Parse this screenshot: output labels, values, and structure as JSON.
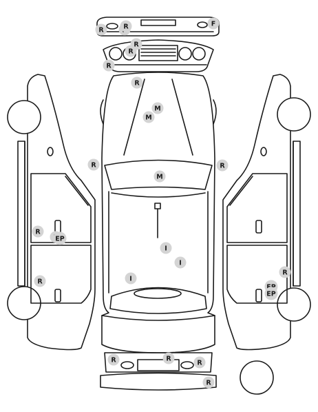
{
  "diagram": {
    "colors": {
      "line": "#1a1a1a",
      "marker_fill": "#d4d4d4",
      "background": "#ffffff"
    },
    "markers": [
      {
        "code": "R"
      },
      {
        "code": "R"
      },
      {
        "code": "R"
      },
      {
        "code": "F"
      },
      {
        "code": "R"
      },
      {
        "code": "R"
      },
      {
        "code": "R"
      },
      {
        "code": "M"
      },
      {
        "code": "M"
      },
      {
        "code": "R"
      },
      {
        "code": "R"
      },
      {
        "code": "R"
      },
      {
        "code": "M"
      },
      {
        "code": "I"
      },
      {
        "code": "I"
      },
      {
        "code": "I"
      },
      {
        "code": "R"
      },
      {
        "code": "E"
      },
      {
        "code": "EP"
      },
      {
        "code": "R"
      },
      {
        "code": "R"
      },
      {
        "code": "EP"
      },
      {
        "code": "EP"
      },
      {
        "code": "R"
      },
      {
        "code": "R"
      },
      {
        "code": "R"
      },
      {
        "code": "R"
      }
    ]
  }
}
